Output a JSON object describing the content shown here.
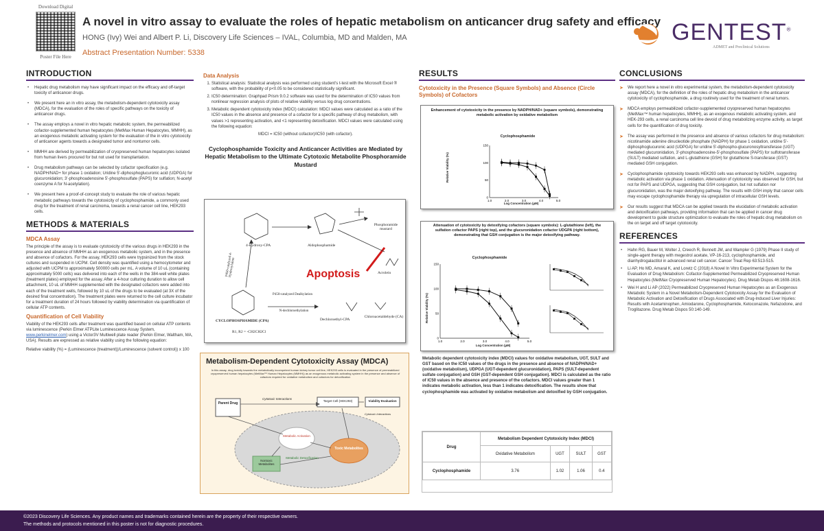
{
  "header": {
    "qr_top": "Download Digital",
    "qr_bottom": "Poster File Here",
    "title": "A novel in vitro assay to evaluate the roles of hepatic metabolism on anticancer drug safety and efficacy",
    "authors": "HONG (Ivy) Wei and Albert P. Li, Discovery Life Sciences – IVAL, Columbia, MD and Malden, MA",
    "abstract": "Abstract Presentation Number:  5338",
    "logo_text": "GENTEST",
    "logo_sub": "ADMET and Preclinical Solutions",
    "logo_reg": "®"
  },
  "intro": {
    "heading": "INTRODUCTION",
    "bullets": [
      "Hepatic drug metabolism may have significant impact on the efficacy and off-target toxicity of anticancer drugs.",
      "We present here an in vitro assay, the metabolism-dependent cytotoxicity assay (MDCA), for the evaluation of the roles of specific pathways on the toxicity of anticancer drugs.",
      "The assay employs a novel in vitro hepatic metabolic system, the permeabilized cofactor-supplemented human hepatocytes (MetMax Human Hepatocytes, MMHH), as an exogenous metabolic activating system for the evaluation of the in vitro cytotoxicity of anticancer agents towards a designated tumor and nontumor cells.",
      "MMHH are derived by permeabilization of cryopreserved human hepatocytes isolated from human livers procured for but not used for transplantation.",
      "Drug metabolism pathways can be selected by cofactor specification (e.g. NADPH/NAD+ for phase 1 oxidation; Uridine 5'-diphosphoglucuronic acid (UDPGA) for glucuronidation; 3'-phosphoadenosine 5'-phosphosulfate (PAPS) for sulfation; N-acetyl coenzyme A for N-acetylation).",
      "We present here a proof-of-concept study to evaluate the role of various hepatic metabolic pathways towards the cytotoxicity of cyclophosphamide, a commonly used drug for the treatment of renal carcinoma, towards a renal cancer cell line, HEK293 cells."
    ]
  },
  "methods": {
    "heading": "METHODS & MATERIALS",
    "mdca_heading": "MDCA Assay",
    "mdca_text": "The principle of the assay is to evaluate cytotoxicity of the various drugs in HEK293 in the presence and absence of MMHH as an exogenous metabolic system, and in the presence and absence of cofactors. For the assay, HEK293 cells were trypsinized from the stock cultures and suspended in UCPM. Cell density was quantified using a hemocytometer and adjusted with UCPM to approximately 500000 cells per mL. A volume of 10 uL (containing approximately 5000 cells) was delivered into each of the wells in the 384-well white plates (treatment plates) employed for the assay. After a 4-hour culturing duration to allow cell attachment, 10 uL of MMHH supplemented with the designated cofactors were added into each of the treatment wells, followed by 10 uL of the drugs to be evaluated (at 3X of the desired final concentration). The treatment plates were returned to the cell culture incubator for a treatment duration of 24 hours followed by viability determination via quantification of cellular ATP contents.",
    "quant_heading": "Quantification of Cell Viability",
    "quant_text_1": "Viability of the HEK293 cells after treatment was quantified based on cellular ATP contents via luminescence (Perkin Elmer ATPLite Luminescence Assay System, ",
    "quant_link": "www.perkinelmer.com",
    "quant_text_2": ") using a Victor3V Multiwell plate reader (Perkin Elmer, Waltham, MA, USA). Results are expressed as relative viability using the following equation:",
    "equation": "Relative viability (%) = (Luminescence (treatment))/Luminescence (solvent control)) x 100"
  },
  "data_analysis": {
    "heading": "Data Analysis",
    "items": [
      "Statistical analysis: Statistical analysis was performed using student's t-test with the Microsoft Excel ®  software, with the probability of p<0.05 to be considered statistically significant.",
      "IC50 determination: Graphpad Prism 9.0.2 software was used for the determination of IC50 values from nonlinear regression analysis of plots of relative viability versus log drug concentrations.",
      "Metabolic dependent cytotoxicity index (MDCI) calculation: MDCI values were calculated as a ratio of the IC50 values in the absence and presence of a cofactor for a specific pathway of drug metabolism, with values >1 representing activation, and <1 representing detoxification. MDCI values were calculated using the following equation:"
    ],
    "equation": "MDCI = IC50 (without cofactor)/IC50 (with cofactor)."
  },
  "pathway": {
    "title": "Cyclophosphamide Toxicity and Anticancer Activities are Mediated by Hepatic Metabolism to the Ultimate Cytotoxic Metabolite Phosphoramide Mustard",
    "hydroxy": "4-Hydroxy-CPA",
    "aldo": "Aldophosphamide",
    "phos": "Phosphoramide mustard",
    "apoptosis": "Apoptosis",
    "acrolein": "Acrolein",
    "cpa": "CYCLOPHOSPHAMIDE (CPA)",
    "r_groups": "R1, R2 = -CH2CH2Cl",
    "p450_left": "P450-catalyzed 4-Hydroxylation",
    "p450_mid": "P450-catalyzed Dealkylation",
    "n_dechloro": "N-dechloroethylation",
    "dechloroethyl": "Dechloroethyl-CPA",
    "chloroacet": "Chloroacetaldehyde (CA)"
  },
  "mdca_box": {
    "title": "Metabolism-Dependent Cytotoxicity Assay (MDCA)",
    "desc": "In this assay, drug toxicity towards the metabolically incompetent human kidney tumor cell line, HEK293 cells is evaluated in the presence of permeabilized cryopreserved human hepatocytes (MetMax™ Human Hepatocytes (MMHH)) as an exogenous metabolic activating system in the presence and absence of cofactors required for oxidative metabolism and cofactors for detoxification",
    "parent": "Parent Drug",
    "cyto": "Cytotoxic Interactions",
    "target": "Target Cell (HEK293)",
    "viability": "Viability Evaluation",
    "metabolic": "Metabolic Activation",
    "toxic": "Toxic Metabolites",
    "nontoxic": "Nontoxic Metabolites",
    "detox": "Metabolic Detoxification",
    "cytotoxic_int": "Cytotoxic Interactions"
  },
  "results": {
    "heading": "RESULTS",
    "sub": "Cytotoxicity in the Presence (Square Symbols) and Absence (Circle Symbols) of Cofactors",
    "fig1_caption": "Enhancement of cytotoxicity in the presence by NADPH/NAD+ (square symbols), demonstrating metabolic activation by oxidative metabolism",
    "fig2_caption": "Attenuation of cytotoxicity by detoxifying cofactors (square symbols): L-glutathione (left), the sulfation cofactor PAPS (right top), and the glucuronidation cofactor UDGPA (right bottom), demonstrating that GSH conjugation is the major detoxifying pathway.",
    "plot_title": "Cyclophosphamide",
    "xlabel": "Log Concentration (µM)",
    "ylabel": "Relative Viability (%)",
    "mdci_text": "Metabolic dependent cytotoxicity index (MDCI) values for oxidative metabolism, UGT, SULT and GST based on the IC50 values of the drugs in the presence and absence of NADPH/NAD+ (oxidative metabolism), UDPGA (UGT-dependent glucuronidation), PAPS (SULT-dependent sulfate conjugation) and GSH (GST-dependent GSH conjugation). MDCI is calculated as the ratio of IC50 values in the absence and presence of the cofactors. MDCI values greater than 1 indicates metabolic activation, less than 1 indicates detoxification. The results show that cyclophosphamide was activated by oxidative metabolism and detoxified by GSH conjugation."
  },
  "table": {
    "col_drug": "Drug",
    "col_group": "Metabolism Dependent Cytotoxicity Index (MDCI)",
    "subcols": [
      "Oxidative Metabolism",
      "UGT",
      "SULT",
      "GST"
    ],
    "drug": "Cyclophosphamide",
    "values": [
      "3.76",
      "1.02",
      "1.06",
      "0.4"
    ]
  },
  "conclusions": {
    "heading": "CONCLUSIONS",
    "bullets": [
      "We report here a novel in vitro experimental system, the metabolism-dependent cytotoxicity assay (MDCA), for the definition of the roles of hepatic drug metabolism in the anticancer cytotoxicity of cyclophosphamide, a drug routinely used for the treatment of renal tumors.",
      "MDCA employs permeabilized cofactor-supplemented cryopreserved human hepatocytes (MetMax™ human hepatocytes, MMHH), as an exogenous metabolic activating system, and HEK-293 cells, a renal carcinoma cell line devoid of drug metabolizing enzyme activity, as target cells for the quantification of drug toxicity.",
      "The assay was performed in the presence and absence of various cofactors for drug metabolism: nicotinamide adenine dinucleotide phosphate (NADPH) for phase 1 oxidation, uridine 5'-diphosphoglucuronic acid (UDPGA) for uridine 5'-diphospho-glucuronosyltransferase (UGT) mediated glucuronidation, 3'-phosphoadenosine-5'-phosphosulfate (PAPS) for sulfotransferase (SULT) mediated sulfation, and L-glutathione (GSH) for glutathione S-transferase (GST) mediated GSH conjugation.",
      "Cyclophosphamide cytotoxicity towards HEK293 cells was enhanced by NADPH, suggesting metabolic activation via phase 1 oxidation. Attenuation of cytotoxicity was observed for GSH, but not for PAPS and UDPGA, suggesting that GSH conjugation, but not sulfation nor glucuronidation, was the major detoxifying pathway. The results with GSH imply that cancer cells may escape cyclophosphamide therapy via upregulation of intracellular GSH levels.",
      "Our results suggest that MDCA can be applied towards the elucidation of metabolic activation and detoxification pathways, providing information that can be applied in cancer drug development to guide structure optimization to evaluate the roles of hepatic drug metabolism on the on target and off target cytotoxicity."
    ]
  },
  "references": {
    "heading": "REFERENCES",
    "items": [
      "Hahn RG, Bauer M, Wolter J, Creech R, Bennett JM, and Wampler G (1979) Phase II study of single-agent therapy with megestrol acetate, VP-16-213, cyclophosphamide, and dianhydrogalactitol in advanced renal cell cancer. Cancer Treat Rep 63:513-515.",
      "Li AP, Ho MD, Amaral K, and Loretz C (2018) A Novel In Vitro Experimental System for the Evaluation of Drug Metabolism: Cofactor-Supplemented Permeabilized Cryopreserved Human Hepatocytes (MetMax Cryopreserved Human Hepatocytes). Drug Metab Dispos 46:1608-1616.",
      "Wei H and Li AP (2022) Permeabilized Cryopreserved Human Hepatocytes as an Exogenous Metabolic System in a Novel Metabolism-Dependent Cytotoxicity Assay for the Evaluation of Metabolic Activation and Detoxification of Drugs Associated with Drug-Induced Liver Injuries: Results with Acetaminophen, Amiodarone, Cyclophosphamide, Ketoconazole, Nefazodone, and Troglitazone. Drug Metab Dispos 50:140-149."
    ]
  },
  "footer": {
    "line1": "©2023 Discovery Life Sciences.  Any product names and trademarks contained herein are the property of their respective owners.",
    "line2": "The methods and protocols mentioned in this poster is not for diagnostic procedures."
  },
  "chart_data": [
    {
      "type": "line",
      "title": "Cyclophosphamide",
      "xlabel": "Log Concentration (µM)",
      "ylabel": "Relative Viability (%)",
      "xlim": [
        1.0,
        5.0
      ],
      "ylim": [
        0,
        150
      ],
      "series": [
        {
          "marker": "square",
          "x": [
            1.7,
            2.2,
            2.7,
            3.2,
            3.7,
            4.2,
            4.5
          ],
          "y": [
            100,
            98,
            95,
            88,
            60,
            25,
            5
          ]
        },
        {
          "marker": "circle",
          "x": [
            1.7,
            2.2,
            2.7,
            3.2,
            3.7,
            4.2,
            4.5
          ],
          "y": [
            102,
            100,
            100,
            98,
            92,
            80,
            10
          ]
        }
      ]
    },
    {
      "type": "line",
      "title": "Cyclophosphamide",
      "xlabel": "Log Concentration (µM)",
      "ylabel": "Relative Viability (%)",
      "xlim": [
        1.0,
        5.0
      ],
      "ylim": [
        0,
        150
      ],
      "series": [
        {
          "marker": "square",
          "x": [
            1.7,
            2.2,
            2.7,
            3.2,
            3.7,
            4.2,
            4.5
          ],
          "y": [
            100,
            100,
            98,
            95,
            85,
            60,
            30
          ]
        },
        {
          "marker": "circle",
          "x": [
            1.7,
            2.2,
            2.7,
            3.2,
            3.7,
            4.2,
            4.5
          ],
          "y": [
            98,
            95,
            90,
            70,
            40,
            10,
            2
          ]
        }
      ]
    }
  ]
}
